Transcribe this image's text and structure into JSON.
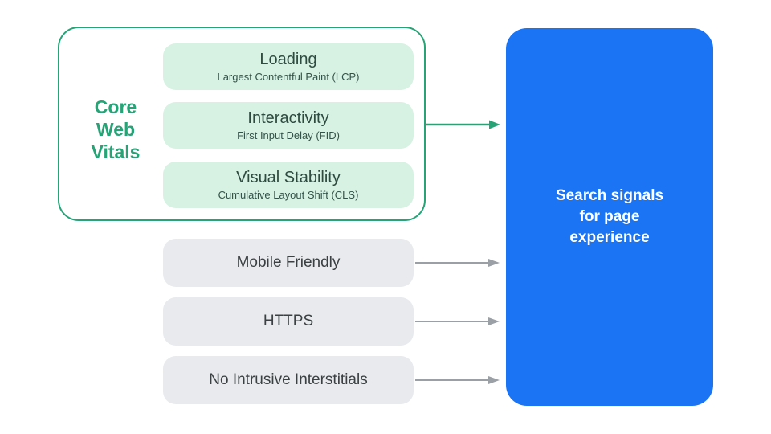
{
  "diagram": {
    "core_web_vitals": {
      "label": "Core Web Vitals",
      "items": [
        {
          "title": "Loading",
          "subtitle": "Largest Contentful Paint (LCP)"
        },
        {
          "title": "Interactivity",
          "subtitle": "First Input Delay (FID)"
        },
        {
          "title": "Visual Stability",
          "subtitle": "Cumulative Layout Shift (CLS)"
        }
      ]
    },
    "other_signals": [
      {
        "label": "Mobile Friendly"
      },
      {
        "label": "HTTPS"
      },
      {
        "label": "No Intrusive Interstitials"
      }
    ],
    "result_panel": {
      "label": "Search signals for page experience"
    },
    "colors": {
      "accent_green": "#27A378",
      "mint_fill": "#D7F2E3",
      "metric_text": "#2E4B41",
      "gray_fill": "#E8EAED",
      "gray_text": "#3C4043",
      "arrow_gray": "#9AA0A6",
      "panel_blue": "#1B74F3",
      "panel_text": "#FFFFFF",
      "background": "#FFFFFF"
    }
  }
}
